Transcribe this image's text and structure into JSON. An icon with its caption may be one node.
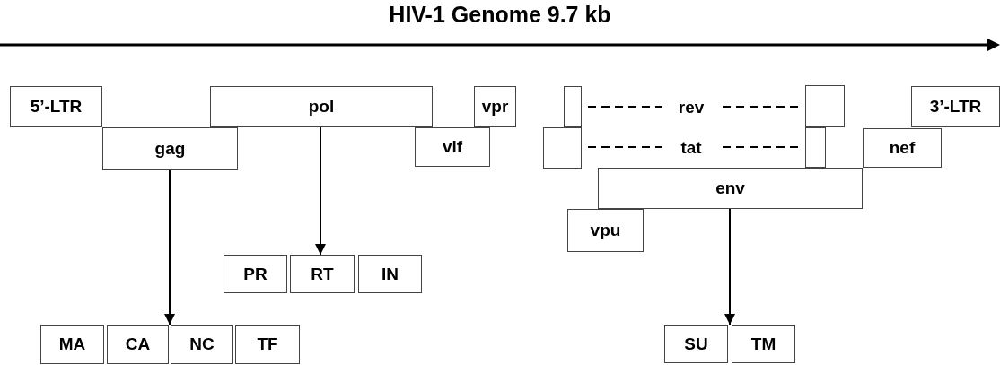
{
  "diagram": {
    "title": "HIV-1 Genome 9.7 kb",
    "nodes": [
      {
        "text": [
          "5’-LTR"
        ]
      },
      {
        "text": [
          "pol"
        ]
      },
      {
        "text": [
          "vpr"
        ]
      },
      {
        "text": [],
        "shape": "box"
      },
      {
        "text": [
          "rev"
        ]
      },
      {
        "text": [],
        "shape": "box"
      },
      {
        "text": [
          "3’-LTR"
        ]
      },
      {
        "text": [
          "gag"
        ]
      },
      {
        "text": [
          "vif"
        ]
      },
      {
        "text": [],
        "shape": "box"
      },
      {
        "text": [
          "tat"
        ]
      },
      {
        "text": [],
        "shape": "box"
      },
      {
        "text": [
          "nef"
        ]
      },
      {
        "text": [
          "env"
        ]
      },
      {
        "text": [
          "vpu"
        ]
      },
      {
        "text": [
          "PR"
        ]
      },
      {
        "text": [
          "RT"
        ]
      },
      {
        "text": [
          "IN"
        ]
      },
      {
        "text": [
          "MA"
        ]
      },
      {
        "text": [
          "CA"
        ]
      },
      {
        "text": [
          "NC"
        ]
      },
      {
        "text": [
          "TF"
        ]
      },
      {
        "text": [
          "SU"
        ]
      },
      {
        "text": [
          "TM"
        ]
      }
    ],
    "edges": [
      {
        "from": 3,
        "to": 4,
        "arrow": "none",
        "style": "dashed"
      },
      {
        "from": 4,
        "to": 5,
        "arrow": "none",
        "style": "dashed"
      },
      {
        "from": 9,
        "to": 10,
        "arrow": "none",
        "style": "dashed"
      },
      {
        "from": 10,
        "to": 11,
        "arrow": "none",
        "style": "dashed"
      },
      {
        "from": 7,
        "to": 19,
        "arrow": "to"
      },
      {
        "from": 1,
        "to": 16,
        "arrow": "to"
      },
      {
        "from": 13,
        "to": 22,
        "arrow": "to"
      }
    ]
  }
}
